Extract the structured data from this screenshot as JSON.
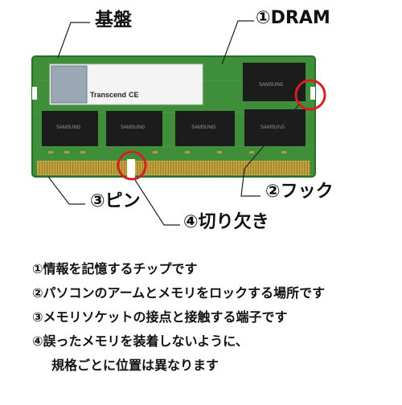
{
  "callouts": {
    "substrate": "基盤",
    "dram": "①DRAM",
    "hook": "②フック",
    "pin": "③ピン",
    "notch": "④切り欠き"
  },
  "module": {
    "brand": "Transcend",
    "ce_mark": "CE",
    "chip_text": "SAMSUNG"
  },
  "notes": [
    "①情報を記憶するチップです",
    "②パソコンのアームとメモリをロックする場所です",
    "③メモリソケットの接点と接触する端子です",
    "④誤ったメモリを装着しないように、",
    "規格ごとに位置は異なります"
  ],
  "colors": {
    "pcb": "#3f8f3a",
    "pcb_dark": "#2c6e2b",
    "chip": "#1c1c1c",
    "gold": "#c9a640",
    "highlight": "#d42020"
  }
}
